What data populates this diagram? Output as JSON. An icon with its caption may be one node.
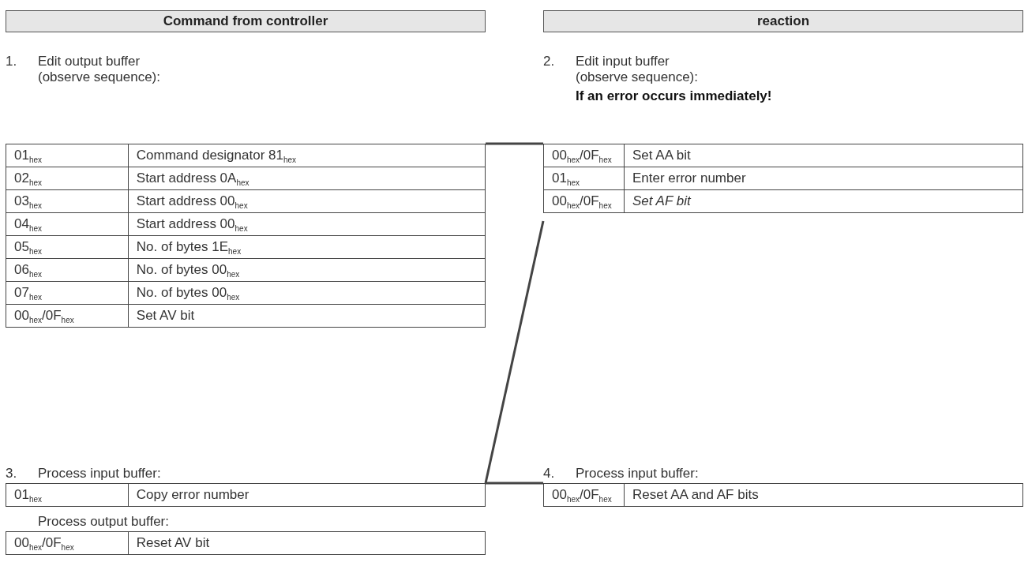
{
  "diagram": {
    "nodes": [
      {
        "text": [
          "Command from controller"
        ]
      },
      {
        "text": [
          "reaction"
        ]
      },
      {
        "text": [
          "01$_{hex}$",
          "Command designator 81$_{hex}$",
          "02$_{hex}$",
          "Start address 0A$_{hex}$",
          "03$_{hex}$",
          "Start address 00$_{hex}$",
          "04$_{hex}$",
          "Start address 00$_{hex}$",
          "05$_{hex}$",
          "No. of bytes 1E$_{hex}$",
          "06$_{hex}$",
          "No. of bytes 00$_{hex}$",
          "07$_{hex}$",
          "No. of bytes 00$_{hex}$",
          "00$_{hex}$/0F$_{hex}$",
          "Set AV bit"
        ]
      },
      {
        "text": [
          "00$_{hex}$/0F$_{hex}$",
          "Set AA bit",
          "01$_{hex}$",
          "Enter error number",
          "00$_{hex}$/0F$_{hex}$",
          "*Set AF bit*"
        ]
      },
      {
        "text": [
          "01$_{hex}$",
          "Copy error number"
        ]
      },
      {
        "text": [
          "00$_{hex}$/0F$_{hex}$",
          "Reset AA and AF bits"
        ]
      },
      {
        "text": [
          "00$_{hex}$/0F$_{hex}$",
          "Reset AV bit"
        ]
      }
    ],
    "edges": [
      {
        "from": 2,
        "to": 3,
        "arrow": "none"
      },
      {
        "from": 3,
        "to": 4,
        "arrow": "none"
      },
      {
        "from": 4,
        "to": 5,
        "arrow": "none"
      }
    ],
    "labels": [
      "1.",
      "Edit output buffer (observe sequence):",
      "2.",
      "Edit input buffer (observe sequence):",
      "If an error occurs immediately!",
      "3.",
      "Process input buffer:",
      "4.",
      "Process input buffer:",
      "Process output buffer:"
    ]
  }
}
